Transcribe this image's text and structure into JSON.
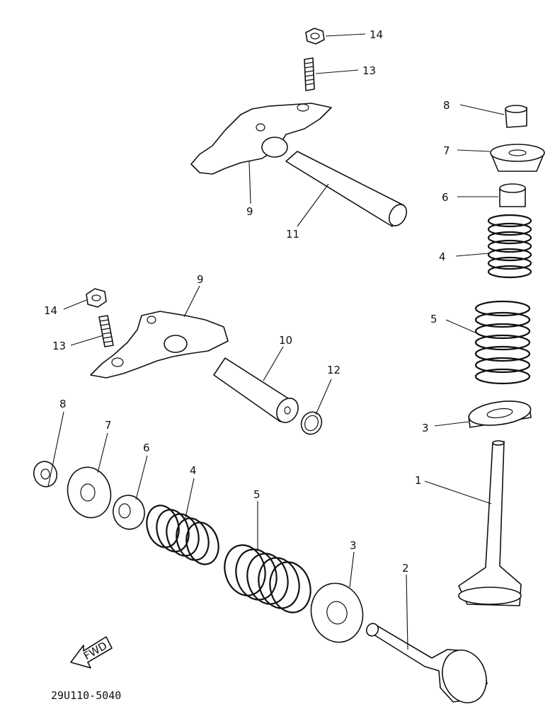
{
  "diagram": {
    "callouts": {
      "c14_top": "14",
      "c13_top": "13",
      "c9_top": "9",
      "c11": "11",
      "c8_right": "8",
      "c7_right": "7",
      "c6_right": "6",
      "c4_right": "4",
      "c5_right": "5",
      "c3_right": "3",
      "c1": "1",
      "c9_mid": "9",
      "c14_mid": "14",
      "c13_mid": "13",
      "c10": "10",
      "c12": "12",
      "c8_bottom": "8",
      "c7_bottom": "7",
      "c6_bottom": "6",
      "c4_bottom": "4",
      "c5_bottom": "5",
      "c3_bottom": "3",
      "c2": "2"
    },
    "fwd_label": "FWD",
    "part_code": "29U110-5040"
  }
}
